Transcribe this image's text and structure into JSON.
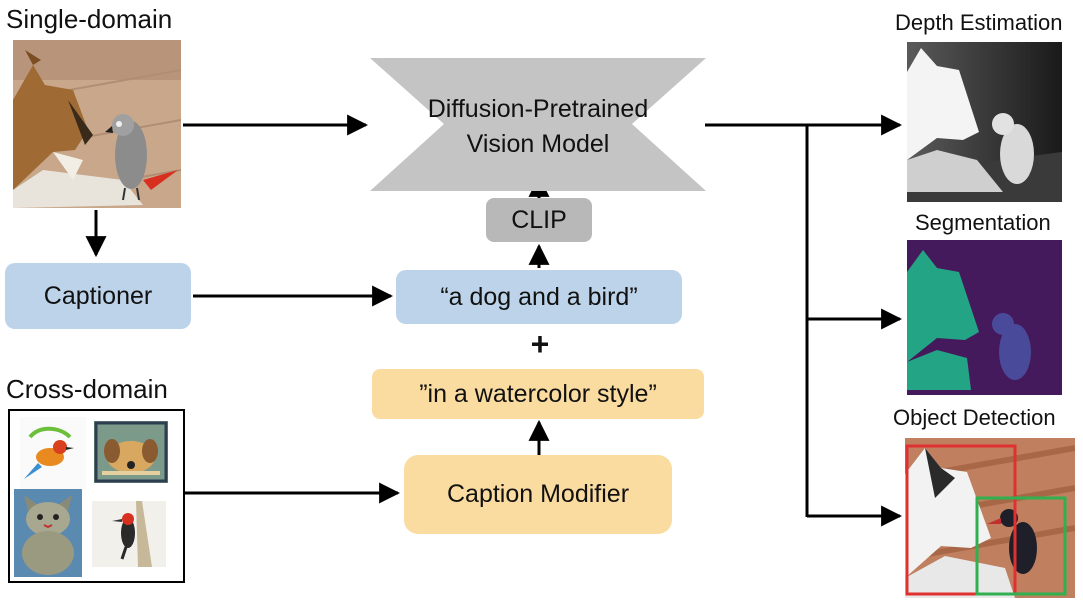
{
  "inputs": {
    "single_domain_label": "Single-domain",
    "cross_domain_label": "Cross-domain"
  },
  "pipeline": {
    "captioner": "Captioner",
    "caption_text": "“a dog and a bird”",
    "plus": "+",
    "style_text": "”in a watercolor style”",
    "caption_modifier": "Caption Modifier",
    "clip": "CLIP",
    "model_line1": "Diffusion-Pretrained",
    "model_line2": "Vision Model"
  },
  "outputs": {
    "depth": "Depth Estimation",
    "segmentation": "Segmentation",
    "detection": "Object Detection"
  },
  "colors": {
    "captioner_fill": "#bcd3ea",
    "modifier_fill": "#fbdca0",
    "clip_fill": "#b8b8b8",
    "model_fill": "#c4c4c4",
    "seg_background": "#451a5c",
    "seg_dog": "#23a585",
    "seg_bird": "#4a4a9a",
    "det_box_red": "#e03030",
    "det_box_green": "#30b050"
  }
}
